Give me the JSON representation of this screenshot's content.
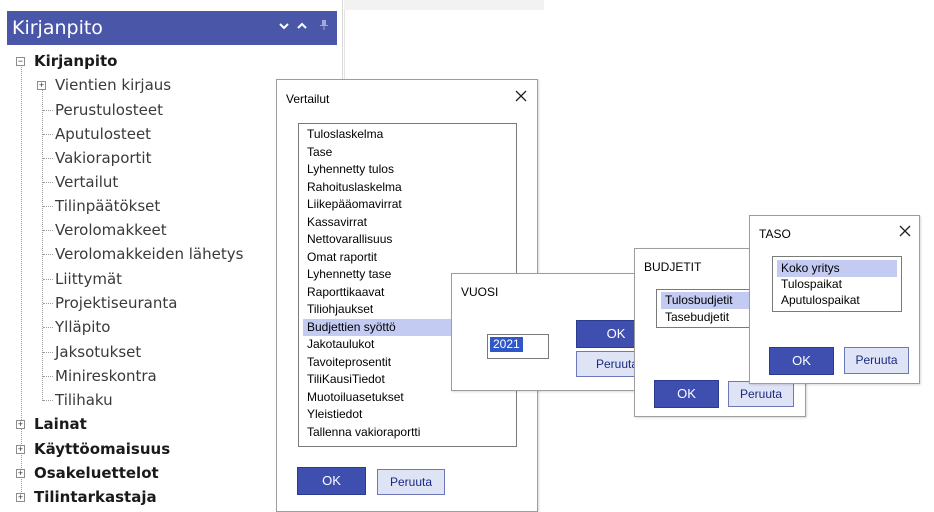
{
  "nav": {
    "title": "Kirjanpito",
    "controls": {
      "dropdown_icon": "chevron-down-icon",
      "collapse_icon": "chevron-up-icon",
      "pin_icon": "pin-icon"
    },
    "tree": {
      "root": "Kirjanpito",
      "children": [
        "Vientien kirjaus",
        "Perustulosteet",
        "Aputulosteet",
        "Vakioraportit",
        "Vertailut",
        "Tilinpäätökset",
        "Verolomakkeet",
        "Verolomakkeiden lähetys",
        "Liittymät",
        "Projektiseuranta",
        "Ylläpito",
        "Jaksotukset",
        "Minireskontra",
        "Tilihaku"
      ],
      "other_roots": [
        "Lainat",
        "Käyttöomaisuus",
        "Osakeluettelot",
        "Tilintarkastaja"
      ]
    }
  },
  "dialogs": {
    "vertailut": {
      "title": "Vertailut",
      "items": [
        "Tuloslaskelma",
        "Tase",
        "Lyhennetty tulos",
        "Rahoituslaskelma",
        "Liikepääomavirrat",
        "Kassavirrat",
        "Nettovarallisuus",
        "Omat raportit",
        "Lyhennetty tase",
        "Raporttikaavat",
        "Tiliohjaukset",
        "Budjettien syöttö",
        "Jakotaulukot",
        "Tavoiteprosentit",
        "TiliKausiTiedot",
        "Muotoiluasetukset",
        "Yleistiedot",
        "Tallenna vakioraportti"
      ],
      "selected": "Budjettien syöttö",
      "ok_label": "OK",
      "cancel_label": "Peruuta"
    },
    "vuosi": {
      "title": "VUOSI",
      "year_value": "2021",
      "ok_label": "OK",
      "cancel_label": "Peruuta"
    },
    "budjetit": {
      "title": "BUDJETIT",
      "items": [
        "Tulosbudjetit",
        "Tasebudjetit"
      ],
      "selected": "Tulosbudjetit",
      "ok_label": "OK",
      "cancel_label": "Peruuta"
    },
    "taso": {
      "title": "TASO",
      "items": [
        "Koko yritys",
        "Tulospaikat",
        "Aputulospaikat"
      ],
      "selected": "Koko yritys",
      "ok_label": "OK",
      "cancel_label": "Peruuta"
    }
  },
  "colors": {
    "header_bg": "#4a57a8",
    "ok_button": "#3f4fb0",
    "cancel_button": "#dfe3f6",
    "selection": "#c3cbf2",
    "text_selection": "#2f57c8"
  }
}
